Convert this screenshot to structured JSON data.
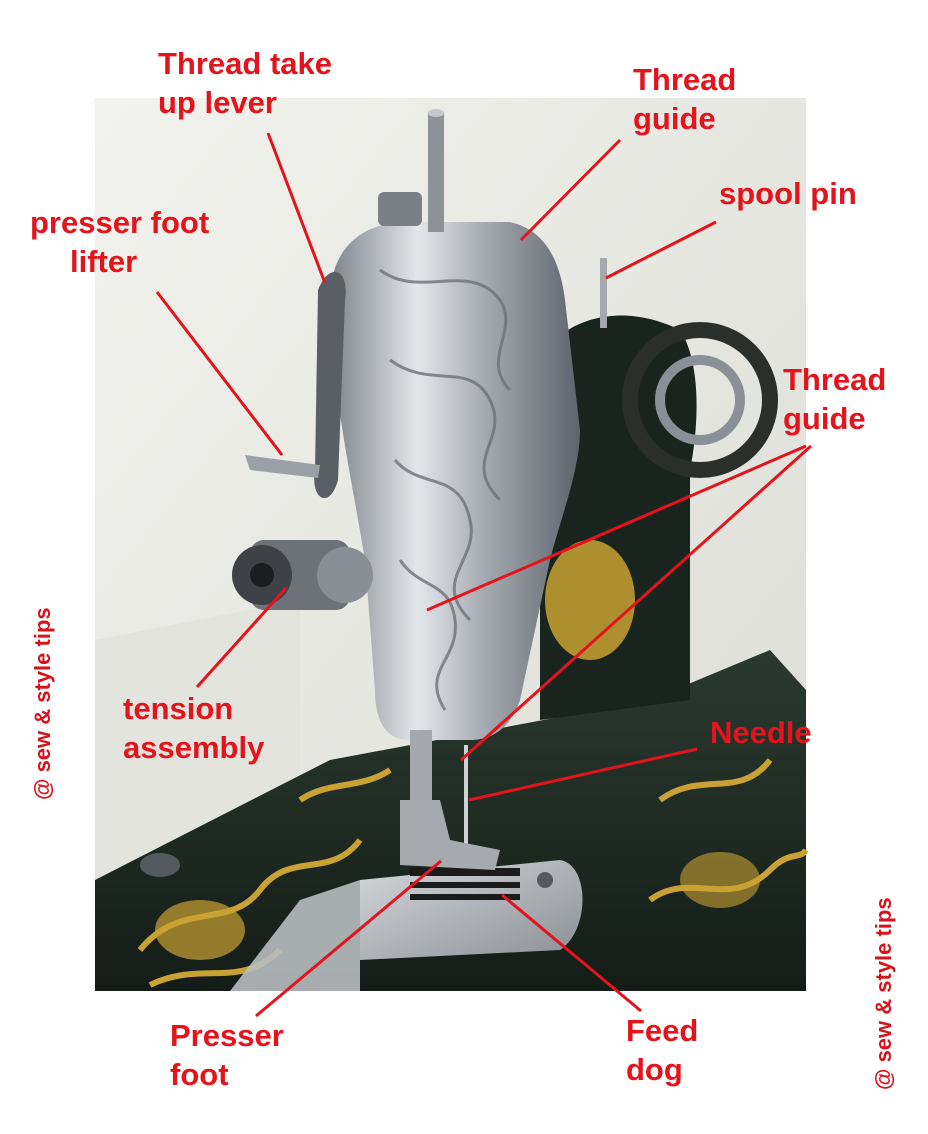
{
  "labels": {
    "thread_take_up_lever": [
      "Thread take",
      "up lever"
    ],
    "thread_guide_top": [
      "Thread",
      "guide"
    ],
    "spool_pin": [
      "spool pin"
    ],
    "presser_foot_lifter": [
      "presser foot",
      "lifter"
    ],
    "thread_guide_mid": [
      "Thread",
      "guide"
    ],
    "tension_assembly": [
      "tension",
      "assembly"
    ],
    "needle": [
      "Needle"
    ],
    "presser_foot": [
      "Presser",
      "foot"
    ],
    "feed_dog": [
      "Feed",
      "dog"
    ]
  },
  "watermark": "@ sew & style tips",
  "colors": {
    "label": "#e3141b",
    "leader_line": "#e3141b",
    "machine_body": "#1c2a22",
    "chrome": "#b9bdc2",
    "gold_decal": "#c9a233",
    "background_wall": "#eeeeea"
  }
}
